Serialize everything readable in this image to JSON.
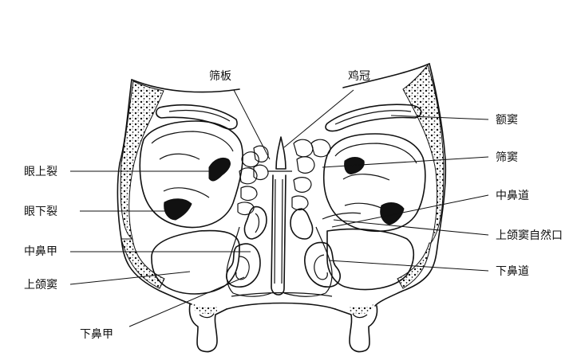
{
  "labels": {
    "cribriform_plate": "筛板",
    "crista_galli": "鸡冠",
    "frontal_sinus": "额窦",
    "superior_orbital_fissure": "眼上裂",
    "ethmoid_sinus": "筛窦",
    "inferior_orbital_fissure": "眼下裂",
    "middle_meatus": "中鼻道",
    "middle_turbinate": "中鼻甲",
    "maxillary_ostium": "上颌窦自然口",
    "maxillary_sinus": "上颌窦",
    "inferior_meatus": "下鼻道",
    "inferior_turbinate": "下鼻甲"
  }
}
